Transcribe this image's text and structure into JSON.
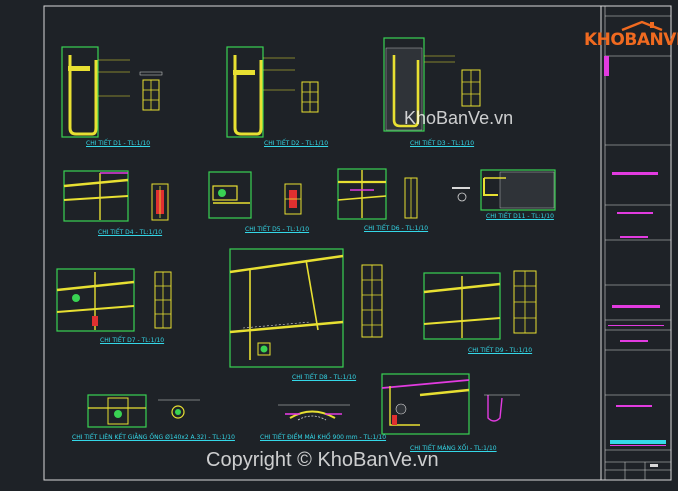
{
  "drawing": {
    "captions": {
      "d1": "CHI TIẾT D1 - TL:1/10",
      "d2": "CHI TIẾT D2 - TL:1/10",
      "d3": "CHI TIẾT D3 - TL:1/10",
      "d4": "CHI TIẾT D4 - TL:1/10",
      "d5": "CHI TIẾT D5 - TL:1/10",
      "d6": "CHI TIẾT D6 - TL:1/10",
      "d11": "CHI TIẾT D11 - TL:1/10",
      "d7": "CHI TIẾT D7 - TL:1/10",
      "d8": "CHI TIẾT D8 - TL:1/10",
      "d9": "CHI TIẾT D9 - TL:1/10",
      "lienket": "CHI TIẾT LIÊN KẾT GIẰNG ỐNG Ø140x2 A.32) - TL:1/10",
      "diemmai": "CHI TIẾT ĐIỂM MÁI KHỔ 900 mm - TL:1/10",
      "mangxoi": "CHI TIẾT MÁNG XỐI - TL:1/10"
    }
  },
  "watermark": {
    "center": "KhoBanVe.vn",
    "copyright": "Copyright © KhoBanVe.vn"
  },
  "logo": {
    "part1": "KHO",
    "part2": "BANVE"
  },
  "colors": {
    "background": "#1e2227",
    "frame": "#e8e8e8",
    "green": "#39d353",
    "yellow": "#e8e032",
    "magenta": "#e23be0",
    "cyan": "#34d8e8",
    "red": "#e03030",
    "orange": "#f06a20"
  }
}
